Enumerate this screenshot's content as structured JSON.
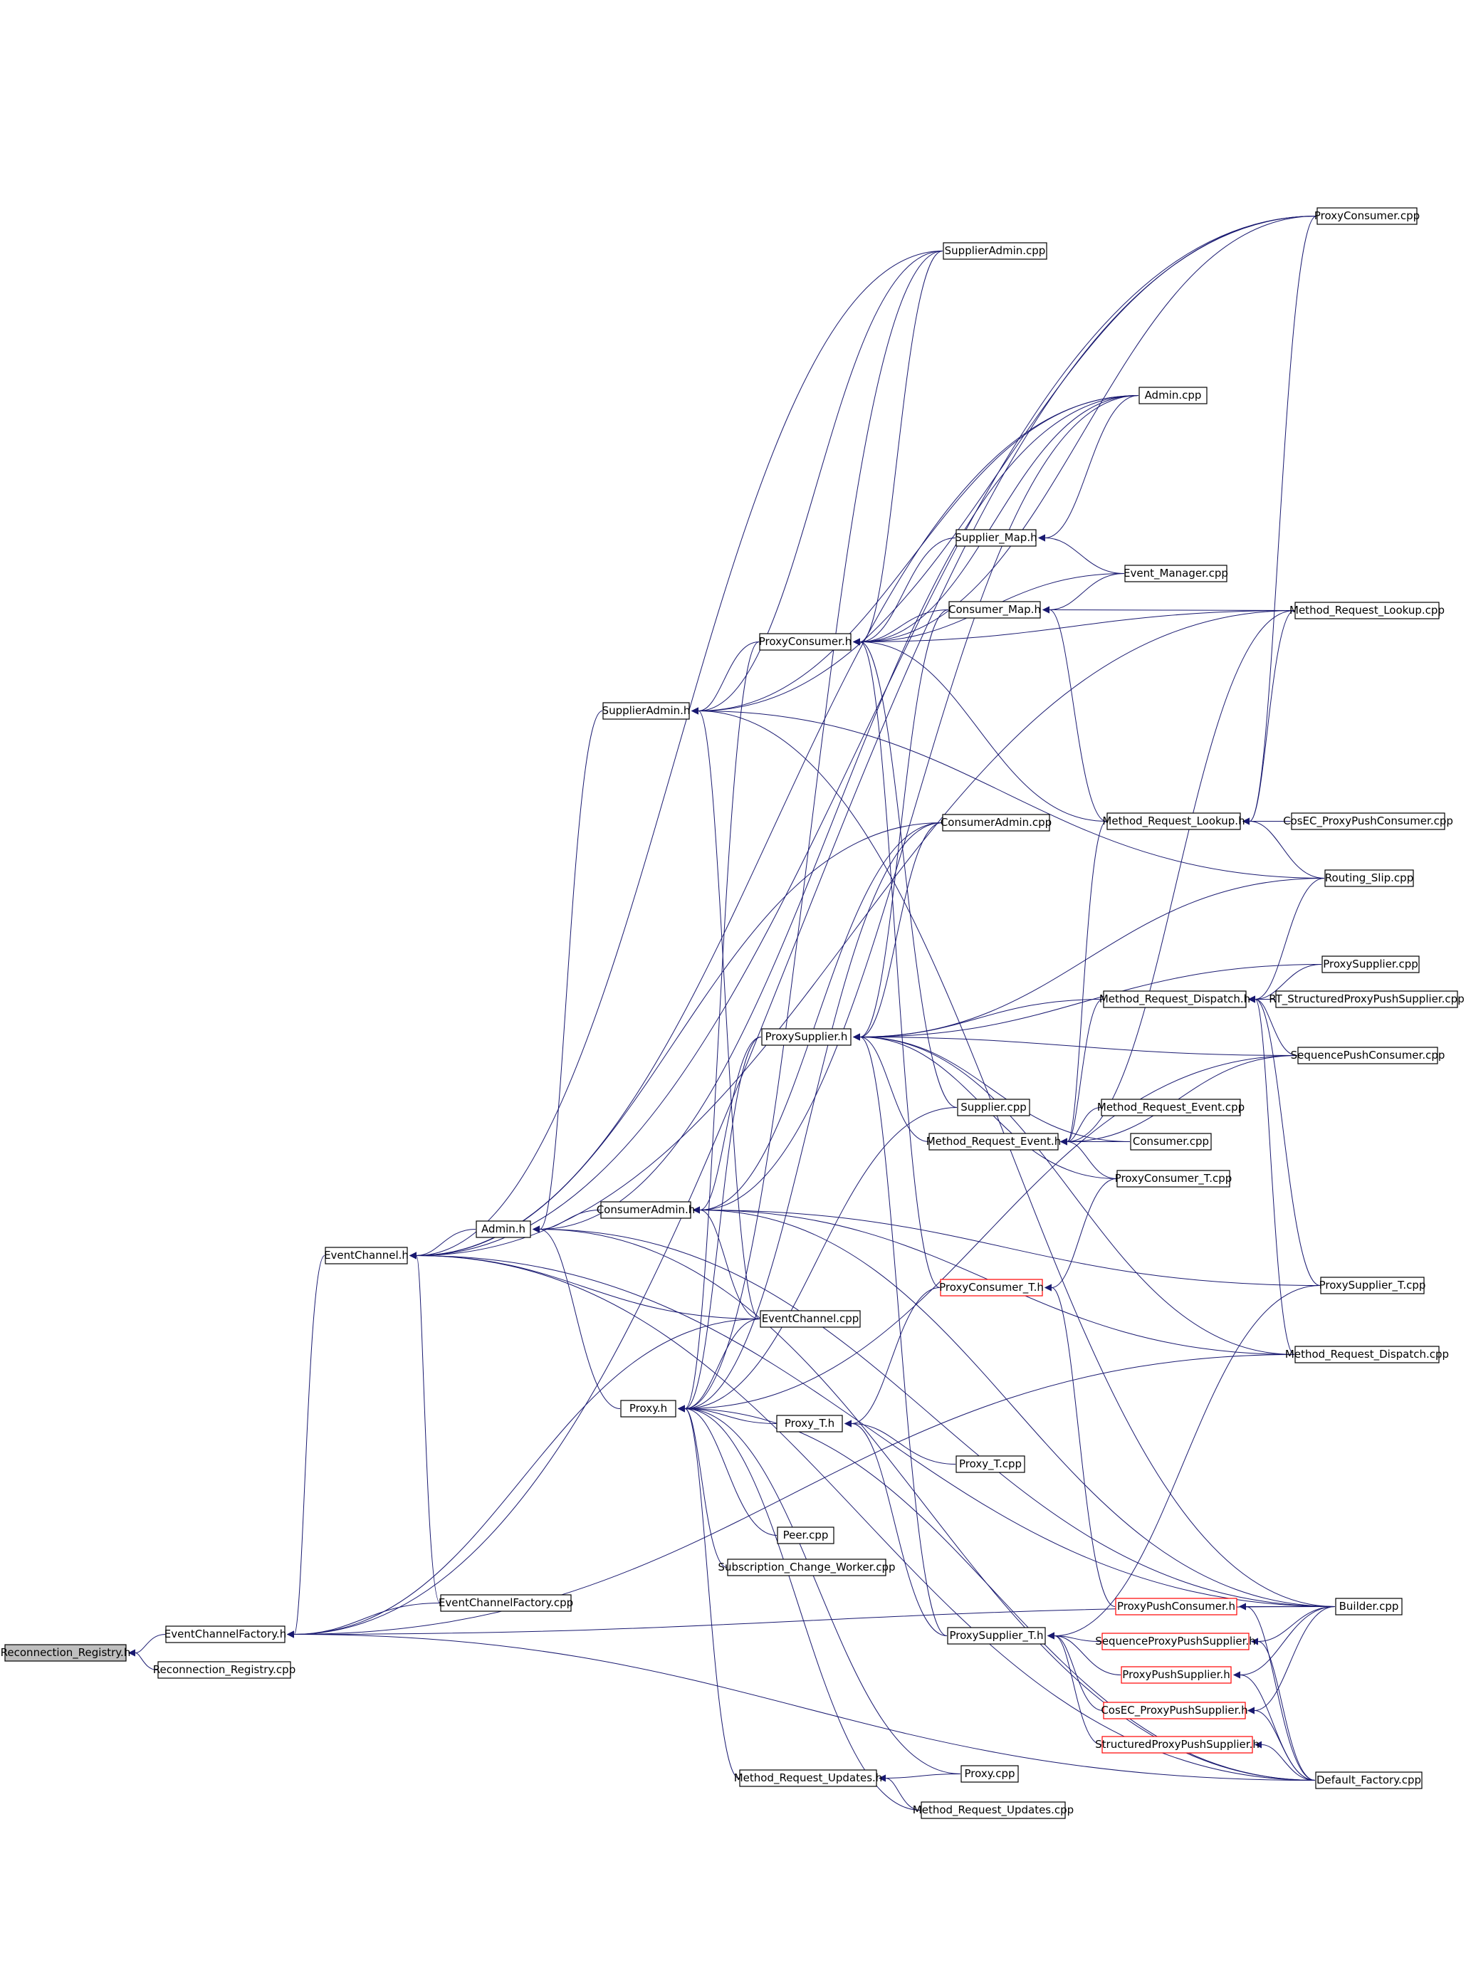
{
  "graph": {
    "colors": {
      "edge": "#191970",
      "box_border": "#000000",
      "incomplete_border": "#ff0000",
      "root_fill": "#bfbfbf",
      "background": "#ffffff"
    },
    "nodes": [
      {
        "id": "reconnection_registry_h",
        "label": "Reconnection_Registry.h",
        "style": "root"
      },
      {
        "id": "eventchannelfactory_h",
        "label": "EventChannelFactory.h",
        "style": "normal"
      },
      {
        "id": "reconnection_registry_cpp",
        "label": "Reconnection_Registry.cpp",
        "style": "normal"
      },
      {
        "id": "eventchannel_h",
        "label": "EventChannel.h",
        "style": "normal"
      },
      {
        "id": "eventchannelfactory_cpp",
        "label": "EventChannelFactory.cpp",
        "style": "normal"
      },
      {
        "id": "admin_h",
        "label": "Admin.h",
        "style": "normal"
      },
      {
        "id": "consumeradmin_h",
        "label": "ConsumerAdmin.h",
        "style": "normal"
      },
      {
        "id": "supplieradmin_h",
        "label": "SupplierAdmin.h",
        "style": "normal"
      },
      {
        "id": "proxy_h",
        "label": "Proxy.h",
        "style": "normal"
      },
      {
        "id": "proxyconsumer_h",
        "label": "ProxyConsumer.h",
        "style": "normal"
      },
      {
        "id": "proxysupplier_h",
        "label": "ProxySupplier.h",
        "style": "normal"
      },
      {
        "id": "eventchannel_cpp",
        "label": "EventChannel.cpp",
        "style": "normal"
      },
      {
        "id": "proxy_t_h",
        "label": "Proxy_T.h",
        "style": "normal"
      },
      {
        "id": "peer_cpp",
        "label": "Peer.cpp",
        "style": "normal"
      },
      {
        "id": "subscription_change_worker_cpp",
        "label": "Subscription_Change_Worker.cpp",
        "style": "normal"
      },
      {
        "id": "method_request_updates_h",
        "label": "Method_Request_Updates.h",
        "style": "normal"
      },
      {
        "id": "supplieradmin_cpp",
        "label": "SupplierAdmin.cpp",
        "style": "normal"
      },
      {
        "id": "consumeradmin_cpp",
        "label": "ConsumerAdmin.cpp",
        "style": "normal"
      },
      {
        "id": "supplier_map_h",
        "label": "Supplier_Map.h",
        "style": "normal"
      },
      {
        "id": "consumer_map_h",
        "label": "Consumer_Map.h",
        "style": "normal"
      },
      {
        "id": "supplier_cpp",
        "label": "Supplier.cpp",
        "style": "normal"
      },
      {
        "id": "method_request_event_h",
        "label": "Method_Request_Event.h",
        "style": "normal"
      },
      {
        "id": "proxyconsumer_t_h",
        "label": "ProxyConsumer_T.h",
        "style": "incomplete"
      },
      {
        "id": "proxy_t_cpp",
        "label": "Proxy_T.cpp",
        "style": "normal"
      },
      {
        "id": "proxysupplier_t_h",
        "label": "ProxySupplier_T.h",
        "style": "normal"
      },
      {
        "id": "proxy_cpp",
        "label": "Proxy.cpp",
        "style": "normal"
      },
      {
        "id": "method_request_updates_cpp",
        "label": "Method_Request_Updates.cpp",
        "style": "normal"
      },
      {
        "id": "admin_cpp",
        "label": "Admin.cpp",
        "style": "normal"
      },
      {
        "id": "event_manager_cpp",
        "label": "Event_Manager.cpp",
        "style": "normal"
      },
      {
        "id": "method_request_lookup_h",
        "label": "Method_Request_Lookup.h",
        "style": "normal"
      },
      {
        "id": "method_request_dispatch_h",
        "label": "Method_Request_Dispatch.h",
        "style": "normal"
      },
      {
        "id": "method_request_event_cpp",
        "label": "Method_Request_Event.cpp",
        "style": "normal"
      },
      {
        "id": "consumer_cpp",
        "label": "Consumer.cpp",
        "style": "normal"
      },
      {
        "id": "proxyconsumer_t_cpp",
        "label": "ProxyConsumer_T.cpp",
        "style": "normal"
      },
      {
        "id": "proxypushconsumer_h",
        "label": "ProxyPushConsumer.h",
        "style": "incomplete"
      },
      {
        "id": "sequenceproxypushsupplier_h",
        "label": "SequenceProxyPushSupplier.h",
        "style": "incomplete"
      },
      {
        "id": "proxypushsupplier_h",
        "label": "ProxyPushSupplier.h",
        "style": "incomplete"
      },
      {
        "id": "cosec_proxypushsupplier_h",
        "label": "CosEC_ProxyPushSupplier.h",
        "style": "incomplete"
      },
      {
        "id": "structuredproxypushsupplier_h",
        "label": "StructuredProxyPushSupplier.h",
        "style": "incomplete"
      },
      {
        "id": "proxyconsumer_cpp",
        "label": "ProxyConsumer.cpp",
        "style": "normal"
      },
      {
        "id": "method_request_lookup_cpp",
        "label": "Method_Request_Lookup.cpp",
        "style": "normal"
      },
      {
        "id": "cosec_proxypushconsumer_cpp",
        "label": "CosEC_ProxyPushConsumer.cpp",
        "style": "normal"
      },
      {
        "id": "routing_slip_cpp",
        "label": "Routing_Slip.cpp",
        "style": "normal"
      },
      {
        "id": "proxysupplier_cpp",
        "label": "ProxySupplier.cpp",
        "style": "normal"
      },
      {
        "id": "rt_structuredproxypushsupplier_cpp",
        "label": "RT_StructuredProxyPushSupplier.cpp",
        "style": "normal"
      },
      {
        "id": "sequencepushconsumer_cpp",
        "label": "SequencePushConsumer.cpp",
        "style": "normal"
      },
      {
        "id": "proxysupplier_t_cpp",
        "label": "ProxySupplier_T.cpp",
        "style": "normal"
      },
      {
        "id": "method_request_dispatch_cpp",
        "label": "Method_Request_Dispatch.cpp",
        "style": "normal"
      },
      {
        "id": "builder_cpp",
        "label": "Builder.cpp",
        "style": "normal"
      },
      {
        "id": "default_factory_cpp",
        "label": "Default_Factory.cpp",
        "style": "normal"
      }
    ],
    "edges": [
      [
        "reconnection_registry_h",
        "eventchannelfactory_h"
      ],
      [
        "reconnection_registry_h",
        "reconnection_registry_cpp"
      ],
      [
        "eventchannelfactory_h",
        "eventchannel_h"
      ],
      [
        "eventchannelfactory_h",
        "eventchannelfactory_cpp"
      ],
      [
        "eventchannelfactory_h",
        "builder_cpp"
      ],
      [
        "eventchannelfactory_h",
        "default_factory_cpp"
      ],
      [
        "eventchannelfactory_h",
        "method_request_dispatch_cpp"
      ],
      [
        "eventchannelfactory_h",
        "proxyconsumer_cpp"
      ],
      [
        "eventchannelfactory_h",
        "eventchannel_cpp"
      ],
      [
        "eventchannel_h",
        "admin_h"
      ],
      [
        "eventchannel_h",
        "eventchannel_cpp"
      ],
      [
        "eventchannel_h",
        "eventchannelfactory_cpp"
      ],
      [
        "eventchannel_h",
        "admin_cpp"
      ],
      [
        "eventchannel_h",
        "proxyconsumer_cpp"
      ],
      [
        "eventchannel_h",
        "consumeradmin_cpp"
      ],
      [
        "eventchannel_h",
        "supplieradmin_cpp"
      ],
      [
        "eventchannel_h",
        "method_request_lookup_cpp"
      ],
      [
        "eventchannel_h",
        "builder_cpp"
      ],
      [
        "eventchannel_h",
        "default_factory_cpp"
      ],
      [
        "admin_h",
        "consumeradmin_h"
      ],
      [
        "admin_h",
        "supplieradmin_h"
      ],
      [
        "admin_h",
        "proxy_h"
      ],
      [
        "admin_h",
        "admin_cpp"
      ],
      [
        "admin_h",
        "builder_cpp"
      ],
      [
        "admin_h",
        "default_factory_cpp"
      ],
      [
        "consumeradmin_h",
        "proxysupplier_h"
      ],
      [
        "consumeradmin_h",
        "consumeradmin_cpp"
      ],
      [
        "consumeradmin_h",
        "eventchannel_cpp"
      ],
      [
        "consumeradmin_h",
        "proxysupplier_t_cpp"
      ],
      [
        "consumeradmin_h",
        "method_request_dispatch_cpp"
      ],
      [
        "consumeradmin_h",
        "builder_cpp"
      ],
      [
        "consumeradmin_h",
        "admin_cpp"
      ],
      [
        "supplieradmin_h",
        "proxyconsumer_h"
      ],
      [
        "supplieradmin_h",
        "supplieradmin_cpp"
      ],
      [
        "supplieradmin_h",
        "eventchannel_cpp"
      ],
      [
        "supplieradmin_h",
        "admin_cpp"
      ],
      [
        "supplieradmin_h",
        "routing_slip_cpp"
      ],
      [
        "supplieradmin_h",
        "builder_cpp"
      ],
      [
        "supplieradmin_h",
        "proxyconsumer_cpp"
      ],
      [
        "proxy_h",
        "proxyconsumer_h"
      ],
      [
        "proxy_h",
        "proxysupplier_h"
      ],
      [
        "proxy_h",
        "proxy_t_h"
      ],
      [
        "proxy_h",
        "peer_cpp"
      ],
      [
        "proxy_h",
        "subscription_change_worker_cpp"
      ],
      [
        "proxy_h",
        "method_request_updates_h"
      ],
      [
        "proxy_h",
        "proxy_cpp"
      ],
      [
        "proxy_h",
        "eventchannel_cpp"
      ],
      [
        "proxy_h",
        "sequencepushconsumer_cpp"
      ],
      [
        "proxy_h",
        "method_request_updates_cpp"
      ],
      [
        "proxy_h",
        "default_factory_cpp"
      ],
      [
        "proxy_h",
        "consumeradmin_cpp"
      ],
      [
        "proxy_h",
        "supplieradmin_cpp"
      ],
      [
        "proxy_h",
        "supplier_cpp"
      ],
      [
        "proxyconsumer_h",
        "supplier_map_h"
      ],
      [
        "proxyconsumer_h",
        "consumer_map_h"
      ],
      [
        "proxyconsumer_h",
        "supplieradmin_cpp"
      ],
      [
        "proxyconsumer_h",
        "admin_cpp"
      ],
      [
        "proxyconsumer_h",
        "event_manager_cpp"
      ],
      [
        "proxyconsumer_h",
        "method_request_lookup_h"
      ],
      [
        "proxyconsumer_h",
        "method_request_lookup_cpp"
      ],
      [
        "proxyconsumer_h",
        "proxyconsumer_cpp"
      ],
      [
        "proxyconsumer_h",
        "proxyconsumer_t_h"
      ],
      [
        "proxyconsumer_h",
        "supplier_cpp"
      ],
      [
        "proxysupplier_h",
        "consumeradmin_cpp"
      ],
      [
        "proxysupplier_h",
        "consumer_map_h"
      ],
      [
        "proxysupplier_h",
        "method_request_event_h"
      ],
      [
        "proxysupplier_h",
        "method_request_dispatch_h"
      ],
      [
        "proxysupplier_h",
        "proxysupplier_t_h"
      ],
      [
        "proxysupplier_h",
        "proxysupplier_cpp"
      ],
      [
        "proxysupplier_h",
        "routing_slip_cpp"
      ],
      [
        "proxysupplier_h",
        "sequencepushconsumer_cpp"
      ],
      [
        "proxysupplier_h",
        "consumer_cpp"
      ],
      [
        "proxysupplier_h",
        "method_request_dispatch_cpp"
      ],
      [
        "proxysupplier_h",
        "proxyconsumer_t_cpp"
      ],
      [
        "proxy_t_h",
        "proxy_t_cpp"
      ],
      [
        "proxy_t_h",
        "proxysupplier_t_h"
      ],
      [
        "proxy_t_h",
        "proxyconsumer_t_h"
      ],
      [
        "method_request_updates_h",
        "proxy_cpp"
      ],
      [
        "method_request_updates_h",
        "method_request_updates_cpp"
      ],
      [
        "supplier_map_h",
        "admin_cpp"
      ],
      [
        "supplier_map_h",
        "event_manager_cpp"
      ],
      [
        "consumer_map_h",
        "event_manager_cpp"
      ],
      [
        "consumer_map_h",
        "method_request_lookup_cpp"
      ],
      [
        "consumer_map_h",
        "method_request_lookup_h"
      ],
      [
        "method_request_event_h",
        "method_request_event_cpp"
      ],
      [
        "method_request_event_h",
        "consumer_cpp"
      ],
      [
        "method_request_event_h",
        "method_request_lookup_h"
      ],
      [
        "method_request_event_h",
        "method_request_dispatch_h"
      ],
      [
        "method_request_event_h",
        "sequencepushconsumer_cpp"
      ],
      [
        "method_request_event_h",
        "proxyconsumer_t_cpp"
      ],
      [
        "method_request_event_h",
        "method_request_lookup_cpp"
      ],
      [
        "method_request_lookup_h",
        "cosec_proxypushconsumer_cpp"
      ],
      [
        "method_request_lookup_h",
        "routing_slip_cpp"
      ],
      [
        "method_request_lookup_h",
        "method_request_lookup_cpp"
      ],
      [
        "method_request_lookup_h",
        "proxyconsumer_cpp"
      ],
      [
        "method_request_dispatch_h",
        "rt_structuredproxypushsupplier_cpp"
      ],
      [
        "method_request_dispatch_h",
        "proxysupplier_cpp"
      ],
      [
        "method_request_dispatch_h",
        "sequencepushconsumer_cpp"
      ],
      [
        "method_request_dispatch_h",
        "routing_slip_cpp"
      ],
      [
        "method_request_dispatch_h",
        "proxysupplier_t_cpp"
      ],
      [
        "method_request_dispatch_h",
        "method_request_dispatch_cpp"
      ],
      [
        "proxyconsumer_t_h",
        "proxyconsumer_t_cpp"
      ],
      [
        "proxyconsumer_t_h",
        "proxypushconsumer_h"
      ],
      [
        "proxysupplier_t_h",
        "sequenceproxypushsupplier_h"
      ],
      [
        "proxysupplier_t_h",
        "proxypushsupplier_h"
      ],
      [
        "proxysupplier_t_h",
        "cosec_proxypushsupplier_h"
      ],
      [
        "proxysupplier_t_h",
        "structuredproxypushsupplier_h"
      ],
      [
        "proxysupplier_t_h",
        "proxysupplier_t_cpp"
      ],
      [
        "proxypushconsumer_h",
        "builder_cpp"
      ],
      [
        "proxypushconsumer_h",
        "default_factory_cpp"
      ],
      [
        "sequenceproxypushsupplier_h",
        "builder_cpp"
      ],
      [
        "sequenceproxypushsupplier_h",
        "default_factory_cpp"
      ],
      [
        "proxypushsupplier_h",
        "builder_cpp"
      ],
      [
        "proxypushsupplier_h",
        "default_factory_cpp"
      ],
      [
        "cosec_proxypushsupplier_h",
        "builder_cpp"
      ],
      [
        "cosec_proxypushsupplier_h",
        "default_factory_cpp"
      ],
      [
        "structuredproxypushsupplier_h",
        "default_factory_cpp"
      ]
    ]
  }
}
